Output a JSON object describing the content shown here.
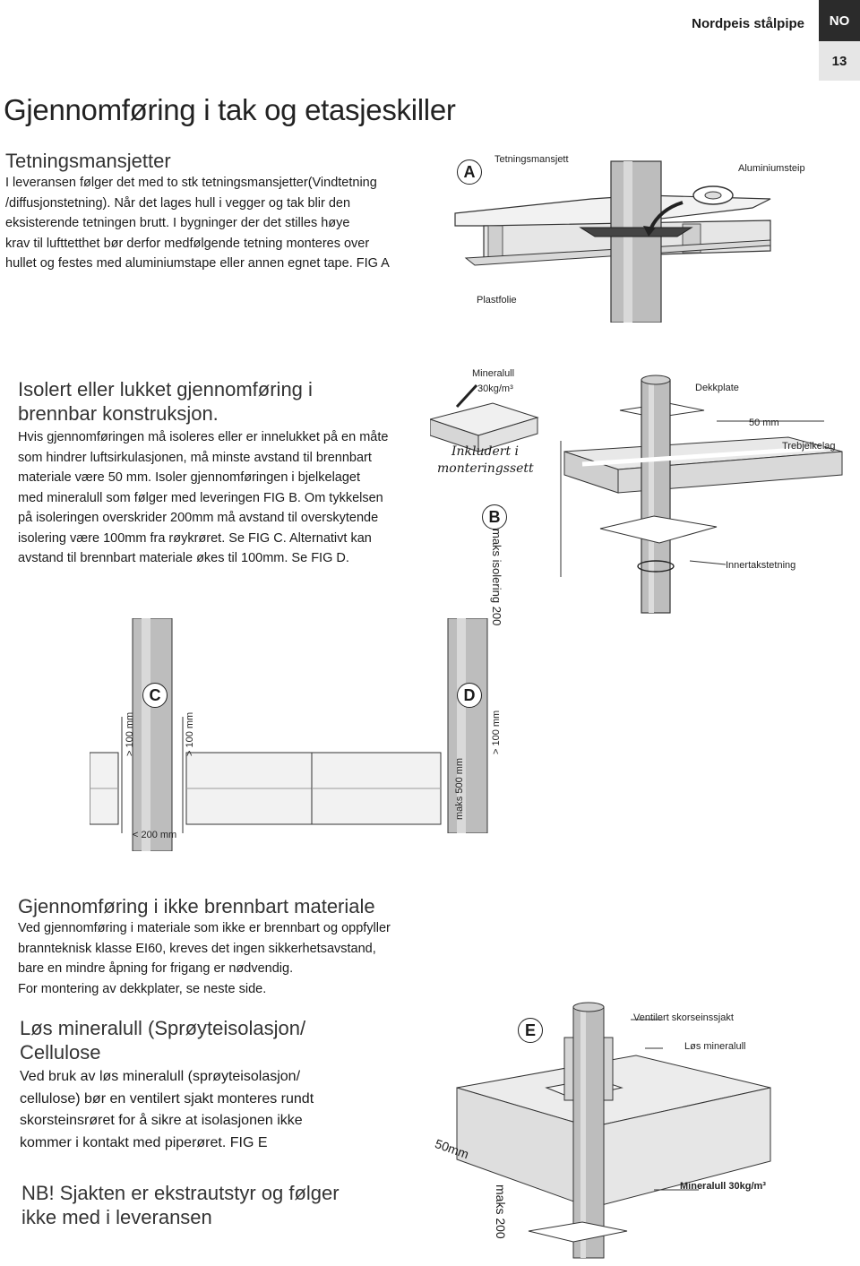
{
  "header": {
    "brand": "Nordpeis stålpipe",
    "lang_badge": "NO",
    "page_number": "13"
  },
  "title": "Gjennomføring i tak og etasjeskiller",
  "section_a": {
    "heading": "Tetningsmansjetter",
    "lines": [
      "I leveransen følger det med to stk tetningsmansjetter(Vindtetning",
      "/diffusjonstetning). Når det lages hull i vegger og tak blir den",
      "eksisterende tetningen brutt. I bygninger der det stilles høye",
      "krav til lufttetthet bør derfor medfølgende tetning monteres over",
      "hullet og festes med aluminiumstape eller annen egnet tape. FIG A"
    ]
  },
  "fig_a": {
    "letter": "A",
    "label_top": "Tetningsmansjett",
    "label_right": "Aluminiumsteip",
    "label_bottom": "Plastfolie"
  },
  "section_b": {
    "heading_line1": "Isolert eller lukket gjennomføring i",
    "heading_line2": "brennbar konstruksjon.",
    "lines": [
      "Hvis gjennomføringen må isoleres eller er innelukket på en måte",
      "som hindrer luftsirkulasjonen, må minste avstand til brennbart",
      "materiale være 50 mm. Isoler gjennomføringen i bjelkelaget",
      "med mineralull som følger med leveringen FIG B.  Om tykkelsen",
      "på isoleringen overskrider 200mm må avstand til overskytende",
      "isolering være 100mm fra røykrøret. Se FIG C. Alternativt kan",
      "avstand til brennbart materiale økes til 100mm. Se FIG D."
    ]
  },
  "fig_b": {
    "letter": "B",
    "mineralull_line1": "Mineralull",
    "mineralull_line2": "30kg/m³",
    "included_line1": "Inkludert i",
    "included_line2": "monteringssett",
    "dekkplate": "Dekkplate",
    "gap": "50 mm",
    "trebjelkelag": "Trebjelkelag",
    "maks_isolering": "maks isolering 200",
    "innertakstetning": "Innertakstetning"
  },
  "fig_c": {
    "letter": "C",
    "left_gap": "> 100 mm",
    "right_gap": "> 100 mm",
    "bottom": "< 200 mm"
  },
  "fig_d": {
    "letter": "D",
    "gap": "> 100 mm",
    "maks": "maks 500 mm"
  },
  "section_c": {
    "heading": "Gjennomføring i ikke brennbart materiale",
    "lines": [
      "Ved gjennomføring i materiale som ikke er brennbart og oppfyller",
      "brannteknisk klasse EI60, kreves det ingen sikkerhetsavstand,",
      "bare en mindre åpning for frigang er nødvendig.",
      "For montering av dekkplater, se neste side."
    ]
  },
  "section_d": {
    "heading_line1": "Løs mineralull (Sprøyteisolasjon/",
    "heading_line2": "Cellulose",
    "lines": [
      "Ved bruk av løs mineralull (sprøyteisolasjon/",
      "cellulose) bør en ventilert sjakt monteres rundt",
      "skorsteinsrøret for å sikre at isolasjonen ikke",
      "kommer i kontakt med piperøret. FIG E"
    ]
  },
  "note": {
    "line1": "NB! Sjakten er ekstrautstyr og følger",
    "line2": "ikke med i leveransen"
  },
  "fig_e": {
    "letter": "E",
    "ventilert": "Ventilert skorseinssjakt",
    "los": "Løs mineralull",
    "gap": "50mm",
    "mineralull": "Mineralull 30kg/m³",
    "maks": "maks 200"
  }
}
